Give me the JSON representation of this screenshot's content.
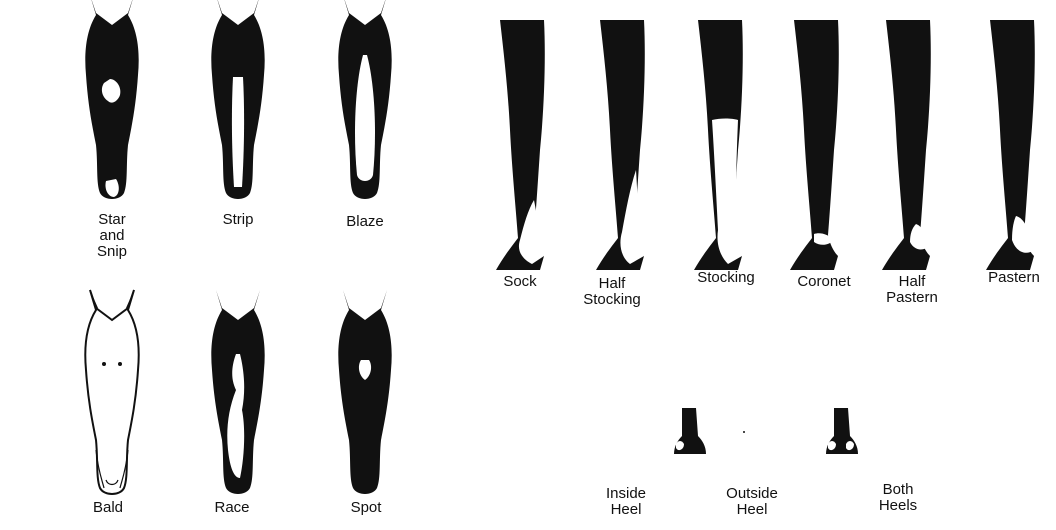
{
  "face_markings": [
    {
      "id": "star-and-snip",
      "label_lines": [
        "Star",
        "and",
        "Snip"
      ]
    },
    {
      "id": "strip",
      "label_lines": [
        "Strip"
      ]
    },
    {
      "id": "blaze",
      "label_lines": [
        "Blaze"
      ]
    },
    {
      "id": "bald",
      "label_lines": [
        "Bald"
      ]
    },
    {
      "id": "race",
      "label_lines": [
        "Race"
      ]
    },
    {
      "id": "spot",
      "label_lines": [
        "Spot"
      ]
    }
  ],
  "leg_markings": [
    {
      "id": "sock",
      "label_lines": [
        "Sock"
      ]
    },
    {
      "id": "half-stocking",
      "label_lines": [
        "Half",
        "Stocking"
      ]
    },
    {
      "id": "stocking",
      "label_lines": [
        "Stocking"
      ]
    },
    {
      "id": "coronet",
      "label_lines": [
        "Coronet"
      ]
    },
    {
      "id": "half-pastern",
      "label_lines": [
        "Half",
        "Pastern"
      ]
    },
    {
      "id": "pastern",
      "label_lines": [
        "Pastern"
      ]
    }
  ],
  "heel_markings": [
    {
      "id": "inside-heel",
      "label_lines": [
        "Inside",
        "Heel"
      ]
    },
    {
      "id": "outside-heel",
      "label_lines": [
        "Outside",
        "Heel"
      ]
    },
    {
      "id": "both-heels",
      "label_lines": [
        "Both",
        "Heels"
      ]
    }
  ],
  "colors": {
    "ink": "#111111",
    "paper": "#ffffff"
  }
}
